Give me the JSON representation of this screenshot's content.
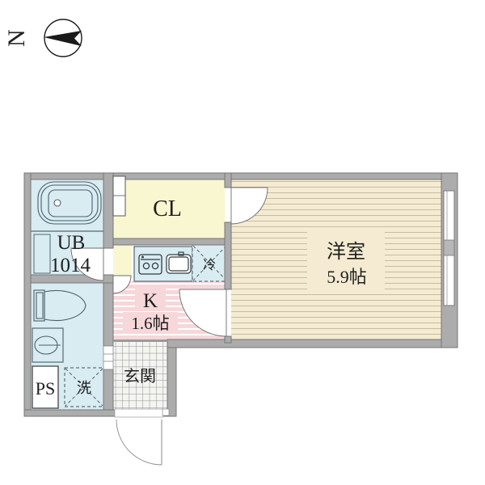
{
  "compass": {
    "north_label": "N"
  },
  "labels": {
    "unit_bath_line1": "UB",
    "unit_bath_line2": "1014",
    "closet": "CL",
    "kitchen_line1": "K",
    "kitchen_line2": "1.6帖",
    "western_room_line1": "洋室",
    "western_room_line2": "5.9帖",
    "refrigerator": "冷",
    "washing_machine": "洗",
    "pipe_space": "PS",
    "entrance": "玄関"
  },
  "colors": {
    "wall_gray": "#acacac",
    "wall_edge": "#767676",
    "water_blue": "#d8ecf2",
    "counter_blue": "#d9ecf1",
    "closet_yellow": "#f9f7d0",
    "kitchen_pink": "#f6d7da",
    "flooring_beige": "#f4ebd2",
    "flooring_line": "#a59d86",
    "entrance_tile": "#f4f4f1",
    "tile_line": "#8f8f8f",
    "fixture_line": "#51666f",
    "text_dark": "#1f1f1f"
  }
}
